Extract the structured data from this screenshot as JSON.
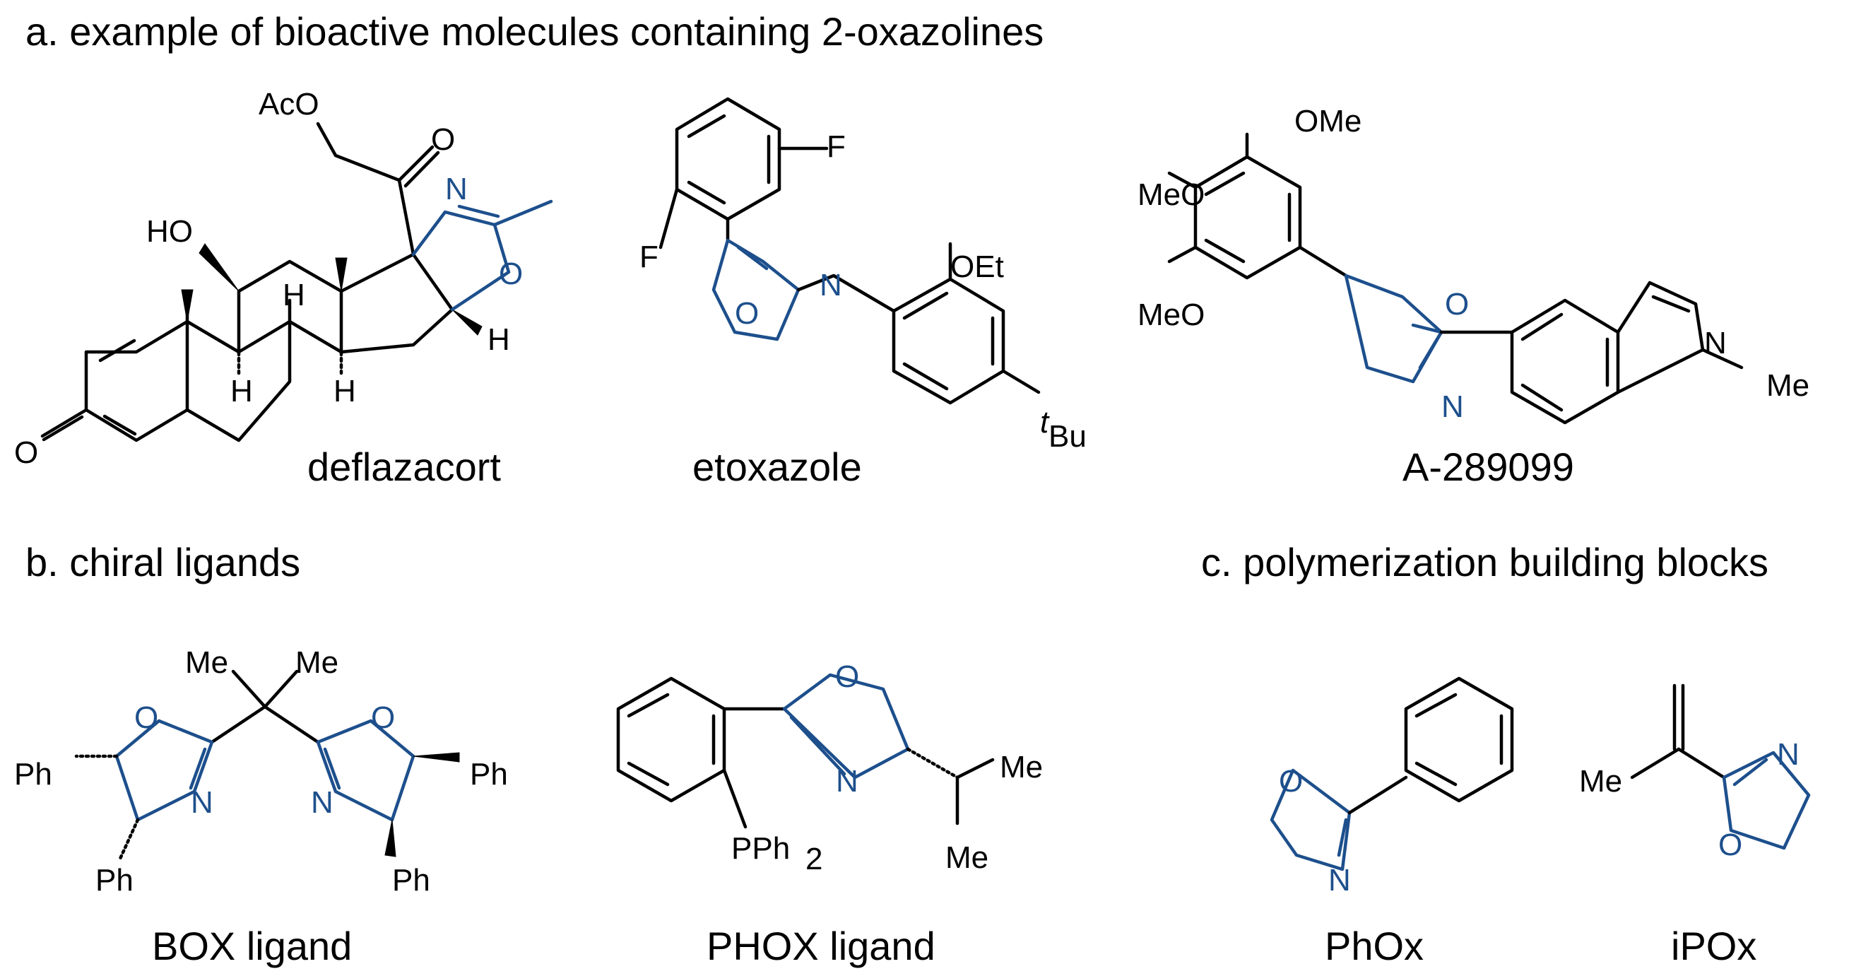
{
  "colors": {
    "oxazoline": "#1d4f8c",
    "bond": "#000000",
    "background": "#ffffff"
  },
  "sections": {
    "a": "a. example of bioactive molecules containing 2-oxazolines",
    "b": "b. chiral ligands",
    "c": "c.  polymerization building blocks"
  },
  "captions": {
    "deflazacort": "deflazacort",
    "etoxazole": "etoxazole",
    "a289099": "A-289099",
    "box": "BOX ligand",
    "phox": "PHOX ligand",
    "phox_mono": "PhOx",
    "ipox": "iPOx"
  },
  "atoms": {
    "aco": "AcO",
    "o": "O",
    "n": "N",
    "ho": "HO",
    "h": "H",
    "f": "F",
    "oet": "OEt",
    "t": "t",
    "bu": "Bu",
    "ome": "OMe",
    "meo": "MeO",
    "me": "Me",
    "ph": "Ph",
    "pph": "PPh",
    "sub2": "2"
  }
}
